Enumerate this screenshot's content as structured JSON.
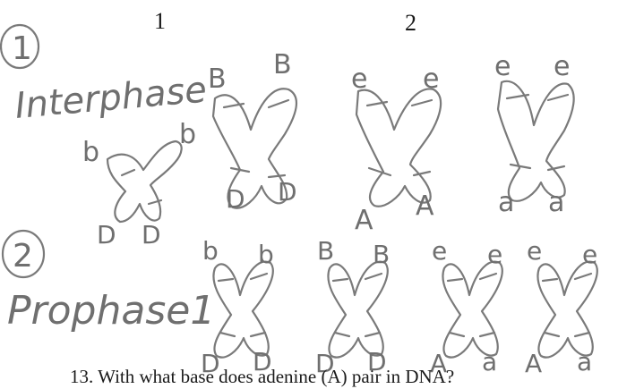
{
  "column_numbers": [
    "1",
    "2"
  ],
  "stages": [
    {
      "circled_number": "1",
      "label": "Interphase"
    },
    {
      "circled_number": "2",
      "label": "Prophase1"
    }
  ],
  "interphase": {
    "small_chromosome": {
      "top": [
        "b",
        "b"
      ],
      "bottom": [
        "D",
        "D"
      ]
    },
    "col1_chromosome": {
      "top": [
        "B",
        "B"
      ],
      "bottom": [
        "D",
        "D"
      ]
    },
    "col2_chromosome_a": {
      "top": [
        "e",
        "e"
      ],
      "bottom": [
        "A",
        "A"
      ]
    },
    "col2_chromosome_b": {
      "top": [
        "e",
        "e"
      ],
      "bottom": [
        "a",
        "a"
      ]
    }
  },
  "prophase": {
    "chromosomes": [
      {
        "top": [
          "b",
          "b"
        ],
        "bottom": [
          "D",
          "D"
        ]
      },
      {
        "top": [
          "B",
          "B"
        ],
        "bottom": [
          "D",
          "D"
        ]
      },
      {
        "top": [
          "e",
          "e"
        ],
        "bottom": [
          "A",
          "a"
        ]
      },
      {
        "top": [
          "e",
          "e"
        ],
        "bottom": [
          "A",
          "a"
        ]
      }
    ]
  },
  "question": "13.  With what base does adenine (A) pair in DNA?"
}
